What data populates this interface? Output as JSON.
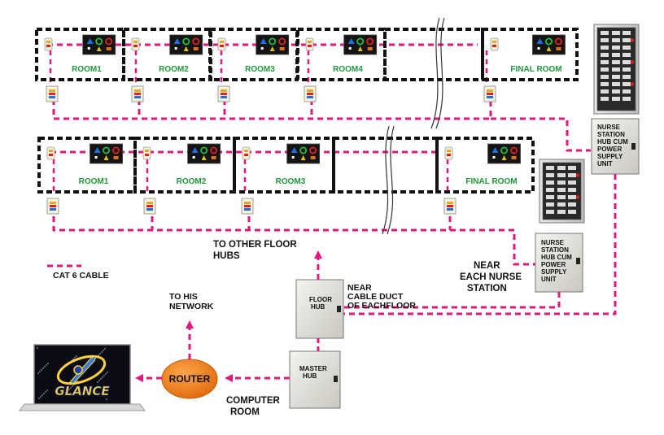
{
  "floors": [
    {
      "rooms": [
        {
          "label": "ROOM1"
        },
        {
          "label": "ROOM2"
        },
        {
          "label": "ROOM3"
        },
        {
          "label": "ROOM4"
        },
        {
          "label": ""
        },
        {
          "label": "FINAL ROOM"
        }
      ]
    },
    {
      "rooms": [
        {
          "label": "ROOM1"
        },
        {
          "label": "ROOM2"
        },
        {
          "label": "ROOM3"
        },
        {
          "label": ""
        },
        {
          "label": "FINAL ROOM"
        }
      ]
    }
  ],
  "nurse_station_label": [
    "NURSE",
    "STATION",
    "HUB CUM",
    "POWER",
    "SUPPLY",
    "UNIT"
  ],
  "nurse_station_label_2": [
    "NURSE",
    "STATION",
    "HUB CUM",
    "POWER",
    "SUPPLY",
    "UNIT"
  ],
  "near_nurse_station": [
    "NEAR",
    "EACH NURSE",
    "STATION"
  ],
  "to_other_floor_hubs": [
    "TO OTHER FLOOR",
    "HUBS"
  ],
  "floor_hub": [
    "FLOOR",
    "HUB"
  ],
  "near_cable_duct": [
    "NEAR",
    "CABLE DUCT",
    "OF EACHFLOOR"
  ],
  "master_hub": [
    "MASTER",
    "HUB"
  ],
  "router": "ROUTER",
  "to_his_network": [
    "TO  HIS",
    "NETWORK"
  ],
  "computer_room": [
    "COMPUTER",
    "ROOM"
  ],
  "legend": {
    "label": "CAT 6 CABLE",
    "color": "#e0177c"
  },
  "monitor_brand": "GLANCE",
  "colors": {
    "cable": "#e0177c",
    "room_label": "#1f9a3a",
    "router": "#f07d1a",
    "box_border": "#111111"
  }
}
